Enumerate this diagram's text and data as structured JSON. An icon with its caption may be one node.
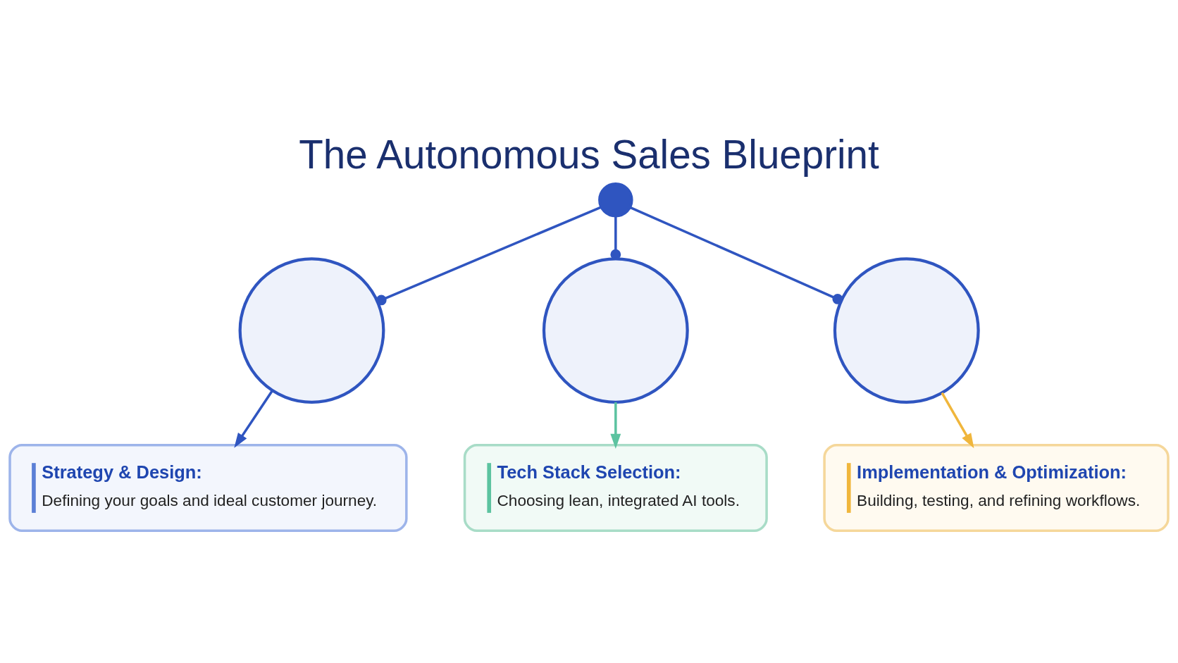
{
  "diagram": {
    "title": "The Autonomous Sales Blueprint",
    "nodes": [
      {
        "text": [],
        "shape": "circle"
      },
      {
        "text": [],
        "shape": "circle"
      },
      {
        "text": [],
        "shape": "circle"
      },
      {
        "text": [],
        "shape": "circle"
      },
      {
        "text": [
          "Strategy & Design:",
          "Defining your goals and ideal customer journey."
        ]
      },
      {
        "text": [
          "Tech Stack Selection:",
          "Choosing lean, integrated AI tools."
        ]
      },
      {
        "text": [
          "Implementation & Optimization:",
          "Building, testing, and refining workflows."
        ]
      }
    ],
    "edges": [
      {
        "from": 0,
        "to": 1,
        "arrow": "other"
      },
      {
        "from": 0,
        "to": 2,
        "arrow": "other"
      },
      {
        "from": 0,
        "to": 3,
        "arrow": "other"
      },
      {
        "from": 1,
        "to": 4,
        "arrow": "to"
      },
      {
        "from": 2,
        "to": 5,
        "arrow": "to",
        "color": "#5cc3a0"
      },
      {
        "from": 3,
        "to": 6,
        "arrow": "to",
        "color": "#f0b63c"
      }
    ]
  }
}
